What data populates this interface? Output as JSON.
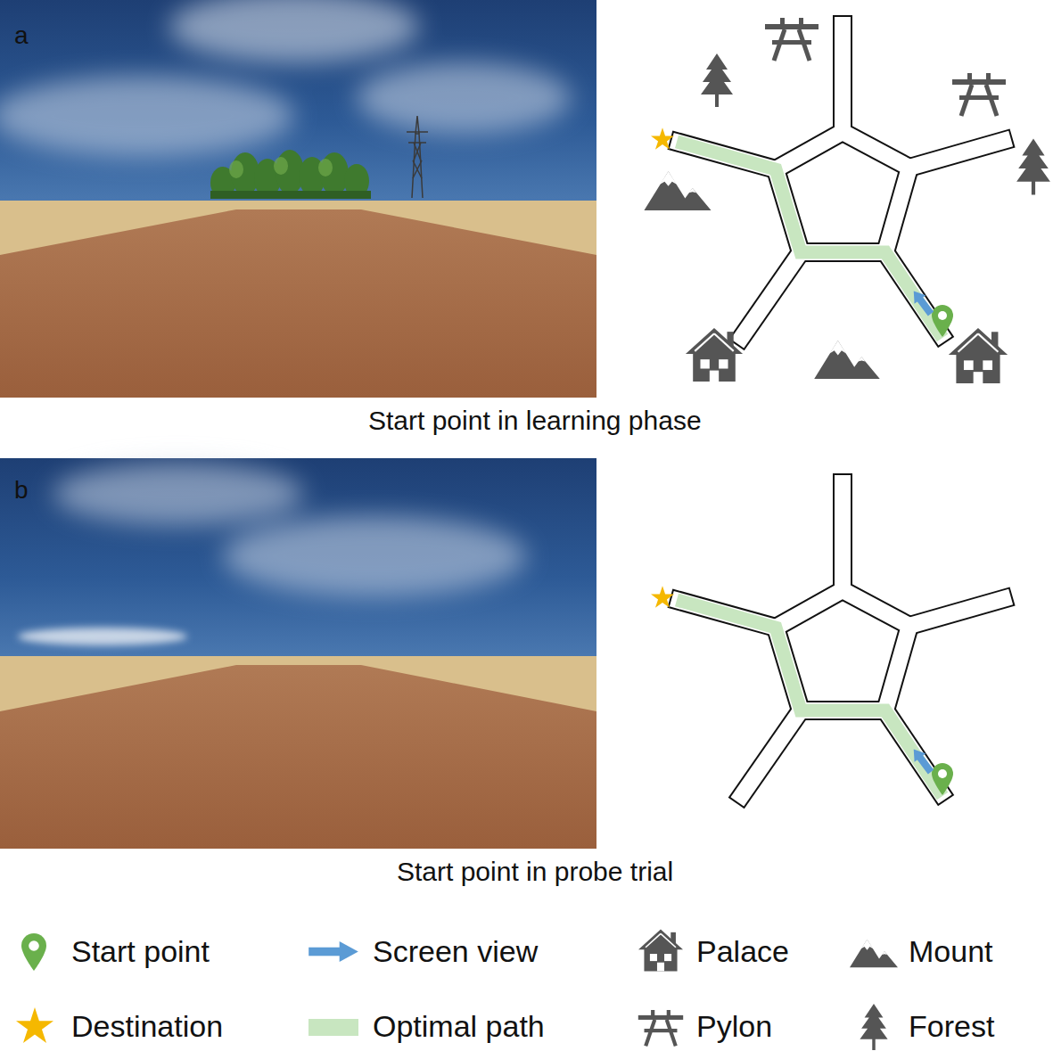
{
  "diagram": {
    "labels": [
      "a",
      "Start point in learning phase",
      "b",
      "Start point in probe trial"
    ],
    "legend": [
      {
        "text": "Start point"
      },
      {
        "text": "Screen view"
      },
      {
        "text": "Palace"
      },
      {
        "text": "Mount"
      },
      {
        "text": "Destination"
      },
      {
        "text": "Optimal path",
        "color": "#c8e6c0"
      },
      {
        "text": "Pylon"
      },
      {
        "text": "Forest"
      }
    ]
  }
}
